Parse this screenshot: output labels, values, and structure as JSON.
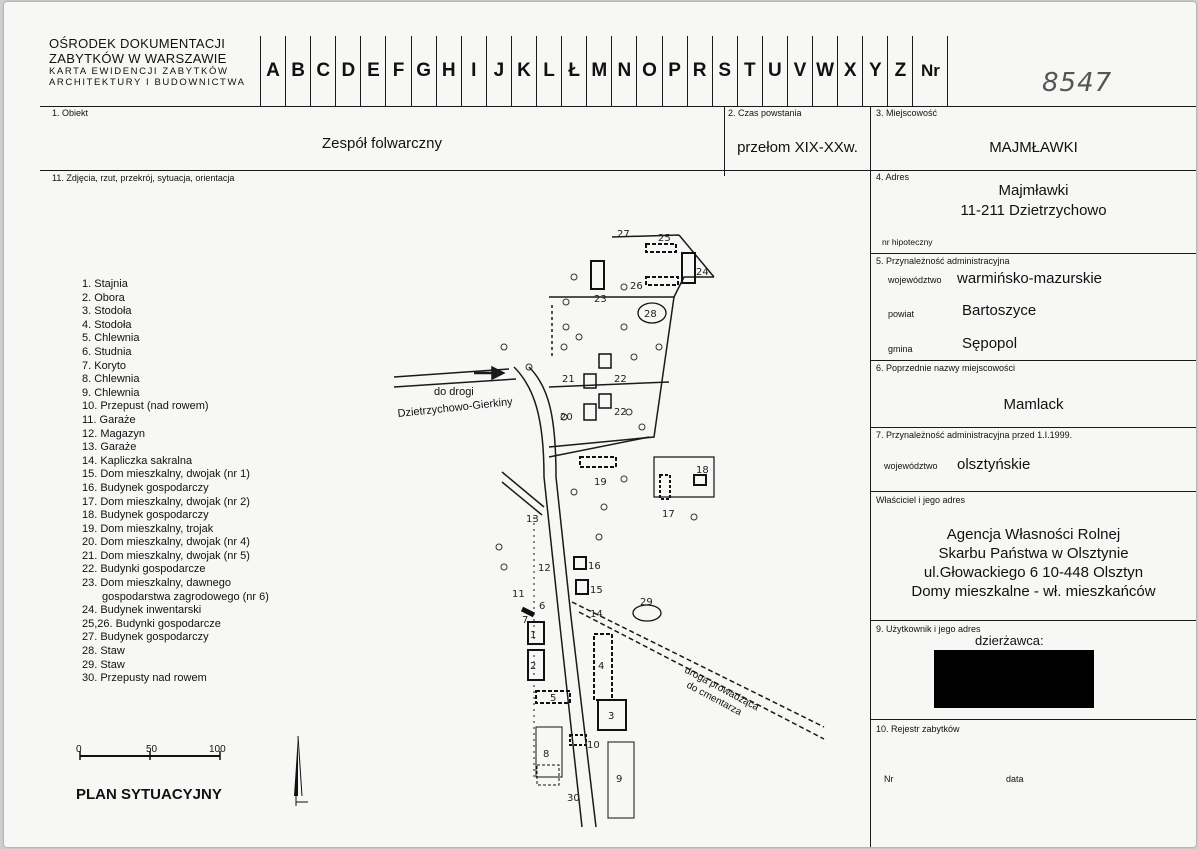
{
  "header": {
    "org_line1": "OŚRODEK DOKUMENTACJI",
    "org_line2": "ZABYTKÓW W WARSZAWIE",
    "card_line1": "KARTA EWIDENCJI ZABYTKÓW",
    "card_line2": "ARCHITEKTURY I BUDOWNICTWA",
    "letters": [
      "A",
      "B",
      "C",
      "D",
      "E",
      "F",
      "G",
      "H",
      "I",
      "J",
      "K",
      "L",
      "Ł",
      "M",
      "N",
      "O",
      "P",
      "R",
      "S",
      "T",
      "U",
      "V",
      "W",
      "X",
      "Y",
      "Z"
    ],
    "nr_label": "Nr",
    "handwritten_number": "8547"
  },
  "fields": {
    "obiekt_label": "1. Obiekt",
    "obiekt_value": "Zespół folwarczny",
    "czas_label": "2. Czas powstania",
    "czas_value": "przełom XIX-XXw.",
    "miejscowosc_label": "3. Miejscowość",
    "miejscowosc_value": "MAJMŁAWKI",
    "zdjecia_label": "11. Zdjęcia, rzut, przekrój, sytuacja, orientacja",
    "adres_label": "4. Adres",
    "adres_line1": "Majmławki",
    "adres_line2": "11-211 Dzietrzychowo",
    "nr_hipoteczny_label": "nr hipoteczny",
    "przynaleznosc_label": "5. Przynależność administracyjna",
    "wojewodztwo_label": "województwo",
    "wojewodztwo_value": "warmińsko-mazurskie",
    "powiat_label": "powiat",
    "powiat_value": "Bartoszyce",
    "gmina_label": "gmina",
    "gmina_value": "Sępopol",
    "poprzednie_label": "6. Poprzednie nazwy miejscowości",
    "poprzednie_value": "Mamlack",
    "przed1999_label": "7. Przynależność administracyjna przed 1.I.1999.",
    "wojewodztwo2_label": "województwo",
    "wojewodztwo2_value": "olsztyńskie",
    "wlasciciel_label": "Właściciel i jego adres",
    "wlasciciel_line1": "Agencja Własności Rolnej",
    "wlasciciel_line2": "Skarbu Państwa w Olsztynie",
    "wlasciciel_line3": "ul.Głowackiego 6   10-448 Olsztyn",
    "wlasciciel_line4": "Domy mieszkalne - wł. mieszkańców",
    "uzytkownik_label": "9. Użytkownik i jego adres",
    "uzytkownik_value": "dzierżawca:",
    "rejestr_label": "10. Rejestr zabytków",
    "nr_label": "Nr",
    "data_label": "data"
  },
  "legend": [
    "1. Stajnia",
    "2. Obora",
    "3. Stodoła",
    "4. Stodoła",
    "5. Chlewnia",
    "6. Studnia",
    "7. Koryto",
    "8. Chlewnia",
    "9. Chlewnia",
    "10. Przepust (nad rowem)",
    "11. Garaże",
    "12. Magazyn",
    "13. Garaże",
    "14. Kapliczka sakralna",
    "15. Dom mieszkalny, dwojak (nr 1)",
    "16. Budynek gospodarczy",
    "17. Dom mieszkalny, dwojak (nr 2)",
    "18. Budynek gospodarczy",
    "19. Dom mieszkalny, trojak",
    "20. Dom mieszkalny, dwojak (nr 4)",
    "21. Dom mieszkalny, dwojak (nr 5)",
    "22. Budynki gospodarcze",
    "23. Dom mieszkalny, dawnego",
    "gospodarstwa zagrodowego (nr 6)",
    "24. Budynek inwentarski",
    "25,26. Budynki gospodarcze",
    "27. Budynek gospodarczy",
    "28. Staw",
    "29. Staw",
    "30. Przepusty nad rowem"
  ],
  "map": {
    "road_label_line1": "do drogi",
    "road_label_line2": "Dzietrzychowo-Gierkiny",
    "road2_line1": "droga prowadząca",
    "road2_line2": "do cmentarza",
    "scale_0": "0",
    "scale_50": "50",
    "scale_100": "100",
    "plan_title": "PLAN SYTUACYJNY",
    "building_numbers": {
      "n1": "1",
      "n2": "2",
      "n3": "3",
      "n4": "4",
      "n5": "5",
      "n6": "6",
      "n7": "7",
      "n8": "8",
      "n9": "9",
      "n10": "10",
      "n11": "11",
      "n12": "12",
      "n13": "13",
      "n14": "14",
      "n15": "15",
      "n16": "16",
      "n17": "17",
      "n18": "18",
      "n19": "19",
      "n20": "20",
      "n21": "21",
      "n22a": "22",
      "n22b": "22",
      "n23": "23",
      "n24": "24",
      "n25": "25",
      "n26": "26",
      "n27": "27",
      "n28": "28",
      "n29": "29",
      "n30": "30"
    }
  }
}
